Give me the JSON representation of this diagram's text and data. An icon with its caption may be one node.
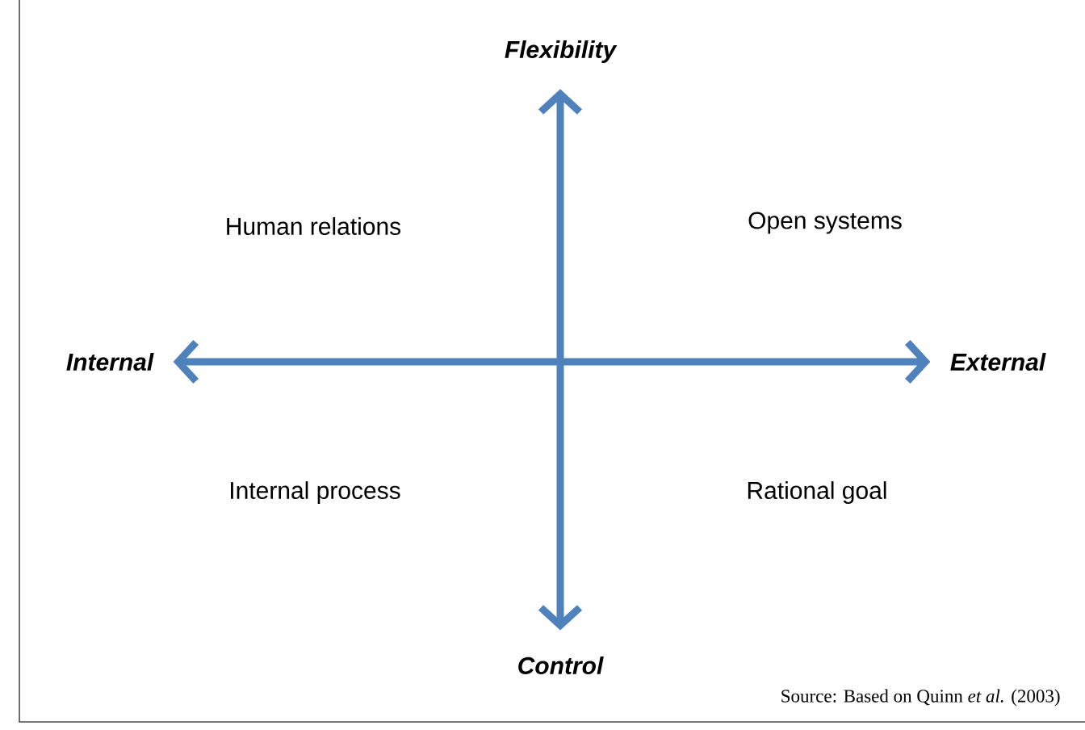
{
  "diagram": {
    "caption": "Source: Based on Quinn *et al.* (2003)",
    "nodes": [
      {
        "text": [
          "Flexibility"
        ]
      },
      {
        "text": [
          "Control"
        ]
      },
      {
        "text": [
          "Internal"
        ]
      },
      {
        "text": [
          "External"
        ]
      }
    ],
    "edges": [
      {
        "from": 0,
        "to": 1,
        "arrow": "both"
      },
      {
        "from": 2,
        "to": 3,
        "arrow": "both"
      }
    ],
    "labels": [
      "Human relations",
      "Open systems",
      "Internal process",
      "Rational goal"
    ]
  }
}
